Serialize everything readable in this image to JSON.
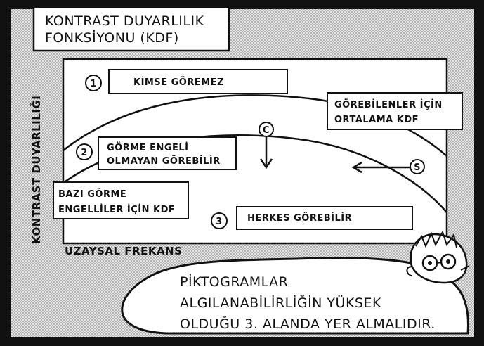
{
  "title": {
    "line1": "KONTRAST DUYARLILIK",
    "line2": "FONKSİYONU (KDF)"
  },
  "axes": {
    "y_label": "KONTRAST DUYARLILIĞI",
    "x_label": "UZAYSAL FREKANS"
  },
  "regions": [
    {
      "number": "1",
      "label": "KİMSE GÖREMEZ"
    },
    {
      "number": "2",
      "label_line1": "GÖRME ENGELİ",
      "label_line2": "OLMAYAN GÖREBİLİR"
    },
    {
      "number": "3",
      "label": "HERKES GÖREBİLİR"
    }
  ],
  "curve_labels": {
    "average": {
      "line1": "GÖREBİLENLER İÇİN",
      "line2": "ORTALAMA KDF"
    },
    "impaired": {
      "line1": "BAZI GÖRME",
      "line2": "ENGELLİLER İÇİN KDF"
    }
  },
  "arrows": {
    "c_marker": "C",
    "s_marker": "S"
  },
  "speech_bubble": {
    "line1": "PİKTOGRAMLAR",
    "line2": "ALGILANABİLİRLİĞİN YÜKSEK",
    "line3": "OLDUĞU 3. ALANDA YER ALMALIDIR."
  },
  "colors": {
    "ink": "#111111",
    "background_screen": "#c8c8c8",
    "paper": "#ffffff"
  }
}
